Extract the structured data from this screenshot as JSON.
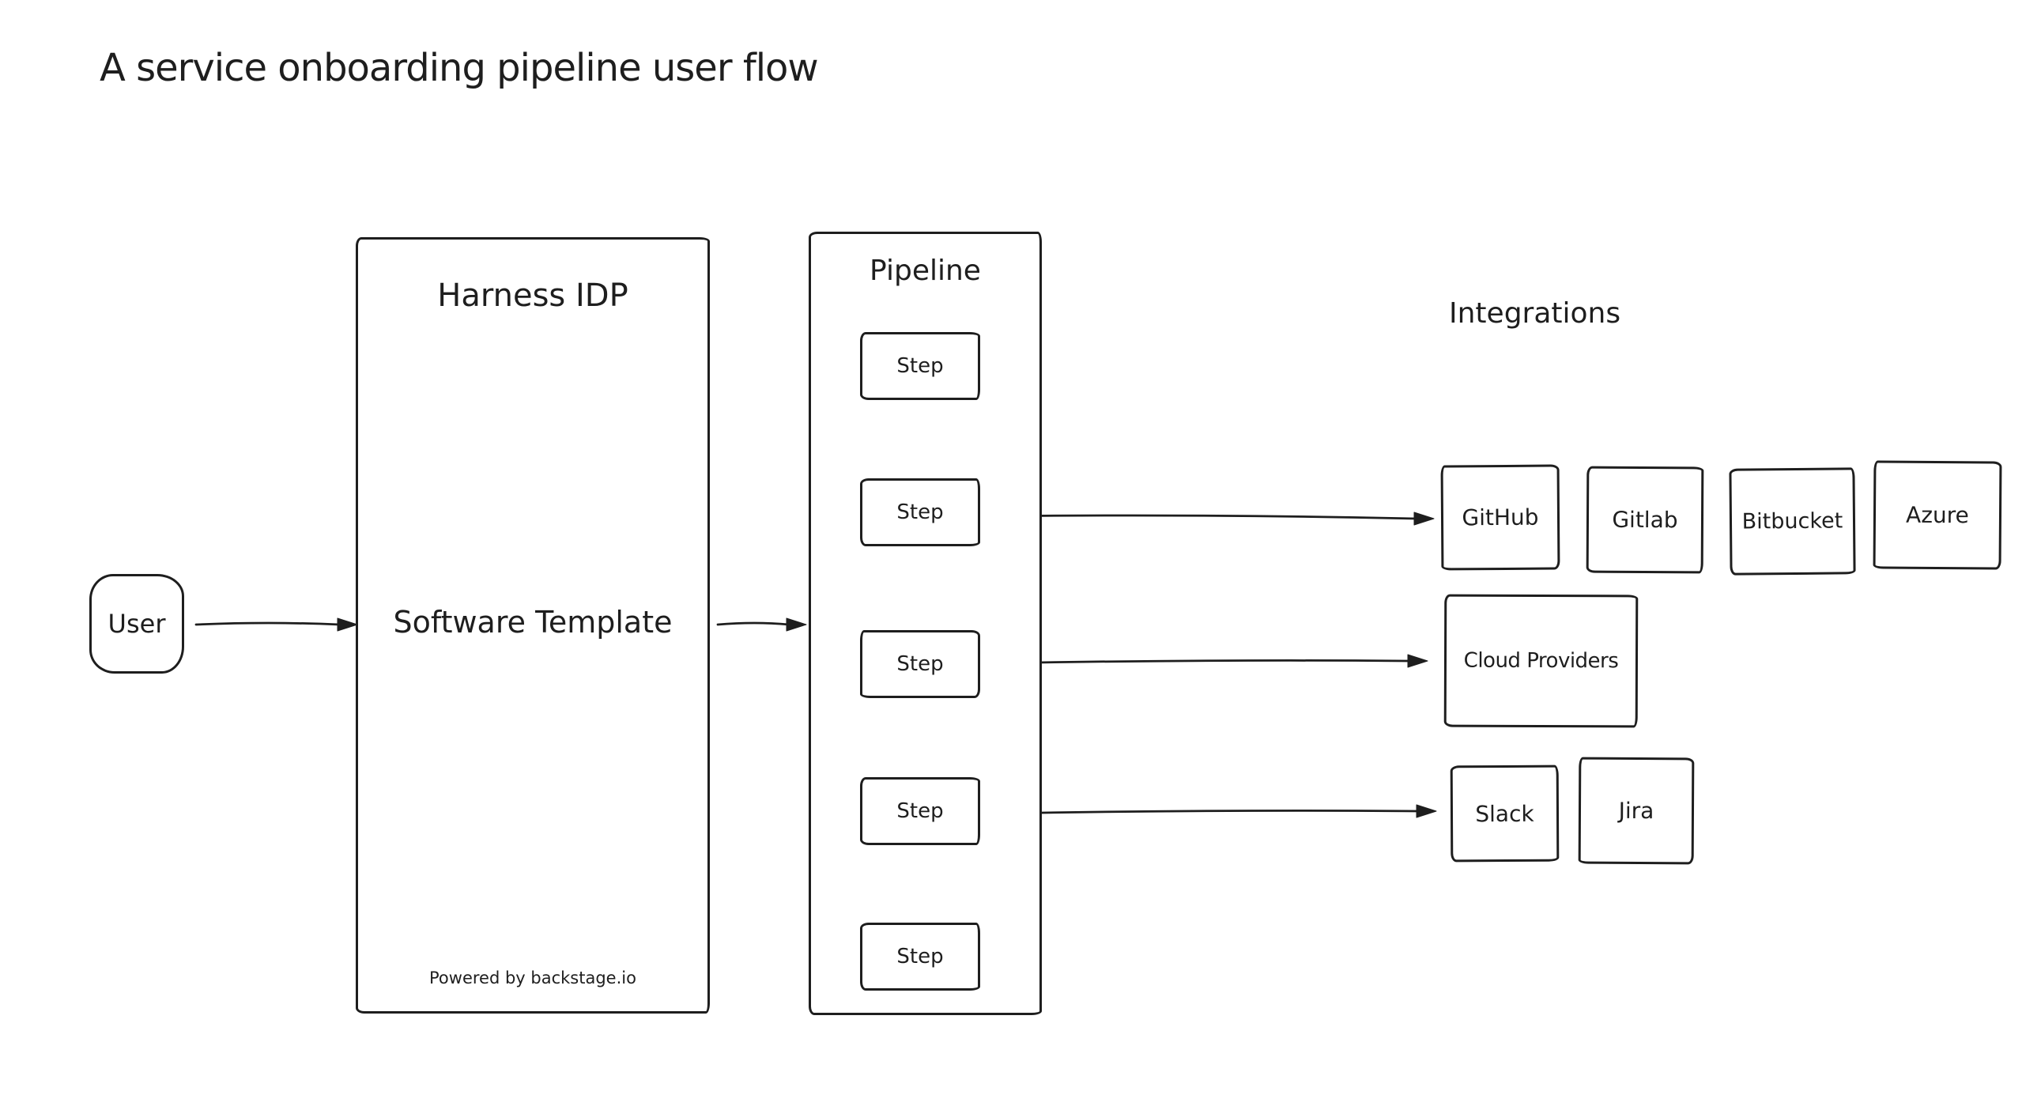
{
  "canvas": {
    "background_color": "#ffffff",
    "stroke_color": "#1e1e1e"
  },
  "title": "A service onboarding pipeline user flow",
  "user": {
    "label": "User"
  },
  "harness": {
    "title": "Harness IDP",
    "body": "Software Template",
    "footer": "Powered by backstage.io"
  },
  "pipeline": {
    "title": "Pipeline",
    "steps": [
      {
        "label": "Step"
      },
      {
        "label": "Step"
      },
      {
        "label": "Step"
      },
      {
        "label": "Step"
      },
      {
        "label": "Step"
      }
    ]
  },
  "integrations": {
    "title": "Integrations",
    "scm": [
      {
        "label": "GitHub"
      },
      {
        "label": "Gitlab"
      },
      {
        "label": "Bitbucket"
      },
      {
        "label": "Azure"
      }
    ],
    "cloud": {
      "label": "Cloud Providers"
    },
    "collab": [
      {
        "label": "Slack"
      },
      {
        "label": "Jira"
      }
    ]
  },
  "edges": [
    {
      "from": "user",
      "to": "harness-idp"
    },
    {
      "from": "harness-idp",
      "to": "pipeline"
    },
    {
      "from": "pipeline-step-1",
      "to": "pipeline-step-2"
    },
    {
      "from": "pipeline-step-2",
      "to": "pipeline-step-3"
    },
    {
      "from": "pipeline-step-3",
      "to": "pipeline-step-4"
    },
    {
      "from": "pipeline-step-4",
      "to": "pipeline-step-5"
    },
    {
      "from": "pipeline-step-2",
      "to": "github"
    },
    {
      "from": "pipeline-step-3",
      "to": "cloud-providers"
    },
    {
      "from": "pipeline-step-4",
      "to": "slack"
    }
  ]
}
